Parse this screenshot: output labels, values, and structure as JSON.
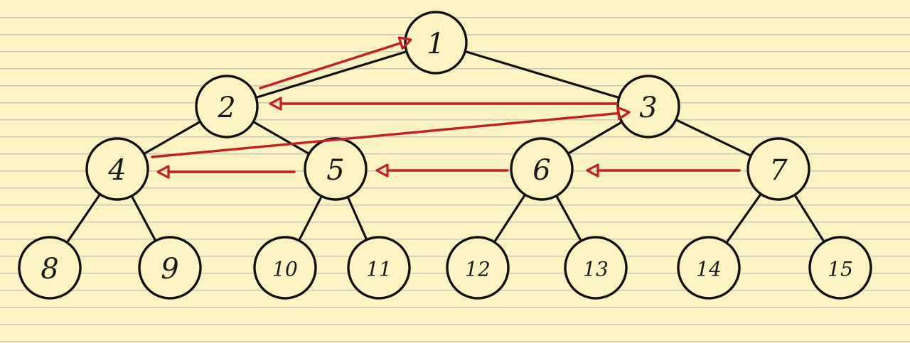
{
  "diagram": {
    "type": "binary-tree",
    "nodes": [
      {
        "id": "n1",
        "label": "1"
      },
      {
        "id": "n2",
        "label": "2"
      },
      {
        "id": "n3",
        "label": "3"
      },
      {
        "id": "n4",
        "label": "4"
      },
      {
        "id": "n5",
        "label": "5"
      },
      {
        "id": "n6",
        "label": "6"
      },
      {
        "id": "n7",
        "label": "7"
      },
      {
        "id": "n8",
        "label": "8"
      },
      {
        "id": "n9",
        "label": "9"
      },
      {
        "id": "n10",
        "label": "10"
      },
      {
        "id": "n11",
        "label": "11"
      },
      {
        "id": "n12",
        "label": "12"
      },
      {
        "id": "n13",
        "label": "13"
      },
      {
        "id": "n14",
        "label": "14"
      },
      {
        "id": "n15",
        "label": "15"
      }
    ],
    "edges": [
      [
        "n1",
        "n2"
      ],
      [
        "n1",
        "n3"
      ],
      [
        "n2",
        "n4"
      ],
      [
        "n2",
        "n5"
      ],
      [
        "n3",
        "n6"
      ],
      [
        "n3",
        "n7"
      ],
      [
        "n4",
        "n8"
      ],
      [
        "n4",
        "n9"
      ],
      [
        "n5",
        "n10"
      ],
      [
        "n5",
        "n11"
      ],
      [
        "n6",
        "n12"
      ],
      [
        "n6",
        "n13"
      ],
      [
        "n7",
        "n14"
      ],
      [
        "n7",
        "n15"
      ]
    ],
    "arrows": [
      {
        "from": "n7",
        "to": "n6"
      },
      {
        "from": "n6",
        "to": "n5"
      },
      {
        "from": "n5",
        "to": "n4"
      },
      {
        "from": "n4",
        "to": "n3"
      },
      {
        "from": "n3",
        "to": "n2"
      },
      {
        "from": "n2",
        "to": "n1"
      }
    ],
    "colors": {
      "paper": "#fbf3c2",
      "rule_lines": "#c9c9b4",
      "ink": "#111111",
      "arrow": "#c41e1e"
    }
  }
}
